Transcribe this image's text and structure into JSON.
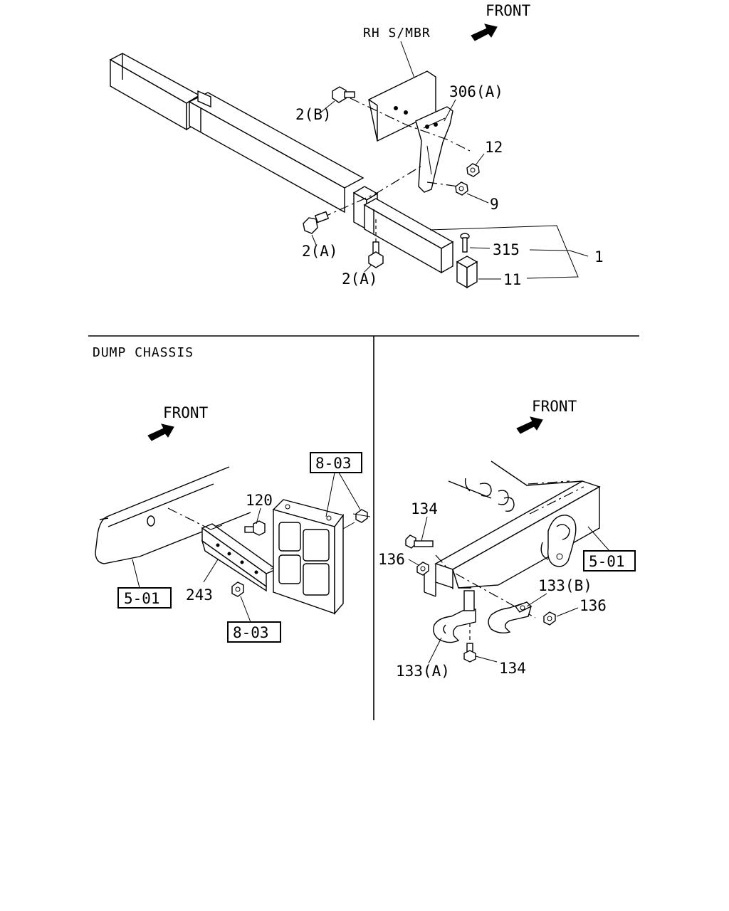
{
  "top": {
    "front": "FRONT",
    "rh_smbr": "RH S/MBR",
    "labels": {
      "p306a": "306(A)",
      "p2b": "2(B)",
      "p12": "12",
      "p9": "9",
      "p2a_1": "2(A)",
      "p2a_2": "2(A)",
      "p315": "315",
      "p1": "1",
      "p11": "11"
    }
  },
  "left": {
    "title": "DUMP CHASSIS",
    "front": "FRONT",
    "labels": {
      "p803_top": "8-03",
      "p120": "120",
      "p501": "5-01",
      "p243": "243",
      "p803_bottom": "8-03"
    }
  },
  "right": {
    "front": "FRONT",
    "labels": {
      "p134_top": "134",
      "p136_left": "136",
      "p501": "5-01",
      "p133b": "133(B)",
      "p136_right": "136",
      "p133a": "133(A)",
      "p134_bottom": "134"
    }
  }
}
